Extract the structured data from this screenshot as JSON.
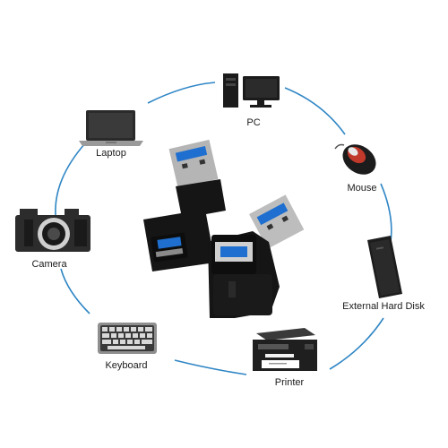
{
  "devices": {
    "pc": "PC",
    "laptop": "Laptop",
    "mouse": "Mouse",
    "camera": "Camera",
    "external_hard_disk": "External Hard Disk",
    "keyboard": "Keyboard",
    "printer": "Printer"
  },
  "colors": {
    "ring": "#2f86c5",
    "usb_blue": "#1e6fd0",
    "adapter_black": "#151515"
  },
  "icons": [
    "pc-icon",
    "laptop-icon",
    "mouse-icon",
    "camera-icon",
    "hard-disk-icon",
    "keyboard-icon",
    "printer-icon",
    "usb-adapter-image"
  ]
}
